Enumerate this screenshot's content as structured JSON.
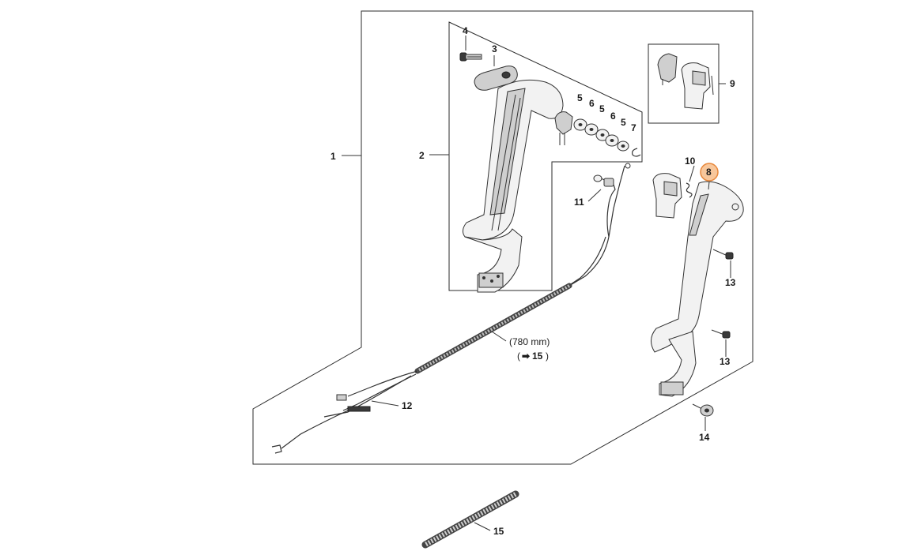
{
  "callouts": {
    "c1": "1",
    "c2": "2",
    "c3": "3",
    "c4": "4",
    "c5a": "5",
    "c6a": "6",
    "c5b": "5",
    "c6b": "6",
    "c5c": "5",
    "c7": "7",
    "c8": "8",
    "c9": "9",
    "c10": "10",
    "c11": "11",
    "c12": "12",
    "c13a": "13",
    "c13b": "13",
    "c14": "14",
    "c15": "15"
  },
  "cable": {
    "length_label": "(780 mm)",
    "ref_open": "(",
    "ref_arrow": "➡",
    "ref_target": "15",
    "ref_close": ")"
  },
  "colors": {
    "highlight_fill": "#f8c79b",
    "highlight_stroke": "#e8873a",
    "line": "#2b2b2b"
  }
}
